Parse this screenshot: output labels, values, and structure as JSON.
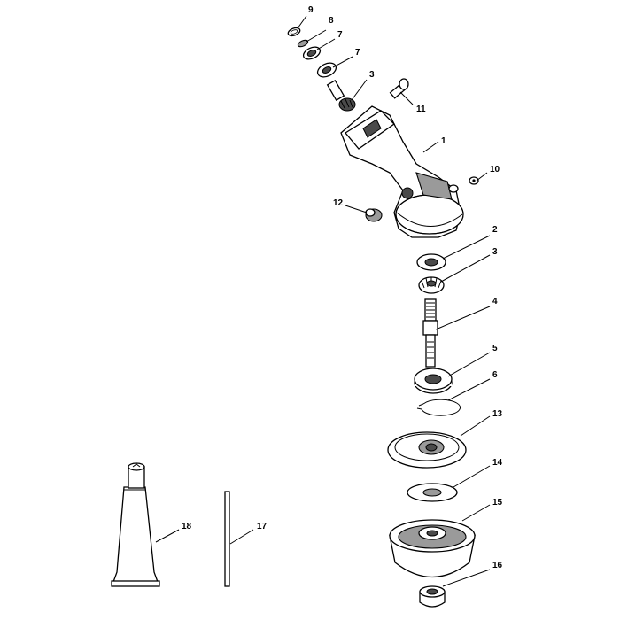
{
  "diagram": {
    "callouts": [
      {
        "id": "c9a",
        "label": "9"
      },
      {
        "id": "c8",
        "label": "8"
      },
      {
        "id": "c7a",
        "label": "7"
      },
      {
        "id": "c7b",
        "label": "7"
      },
      {
        "id": "c3a",
        "label": "3"
      },
      {
        "id": "c11",
        "label": "11"
      },
      {
        "id": "c1",
        "label": "1"
      },
      {
        "id": "c10",
        "label": "10"
      },
      {
        "id": "c12",
        "label": "12"
      },
      {
        "id": "c2",
        "label": "2"
      },
      {
        "id": "c3b",
        "label": "3"
      },
      {
        "id": "c4",
        "label": "4"
      },
      {
        "id": "c5",
        "label": "5"
      },
      {
        "id": "c6",
        "label": "6"
      },
      {
        "id": "c13",
        "label": "13"
      },
      {
        "id": "c14",
        "label": "14"
      },
      {
        "id": "c15",
        "label": "15"
      },
      {
        "id": "c16",
        "label": "16"
      },
      {
        "id": "c18",
        "label": "18"
      },
      {
        "id": "c17",
        "label": "17"
      }
    ]
  }
}
